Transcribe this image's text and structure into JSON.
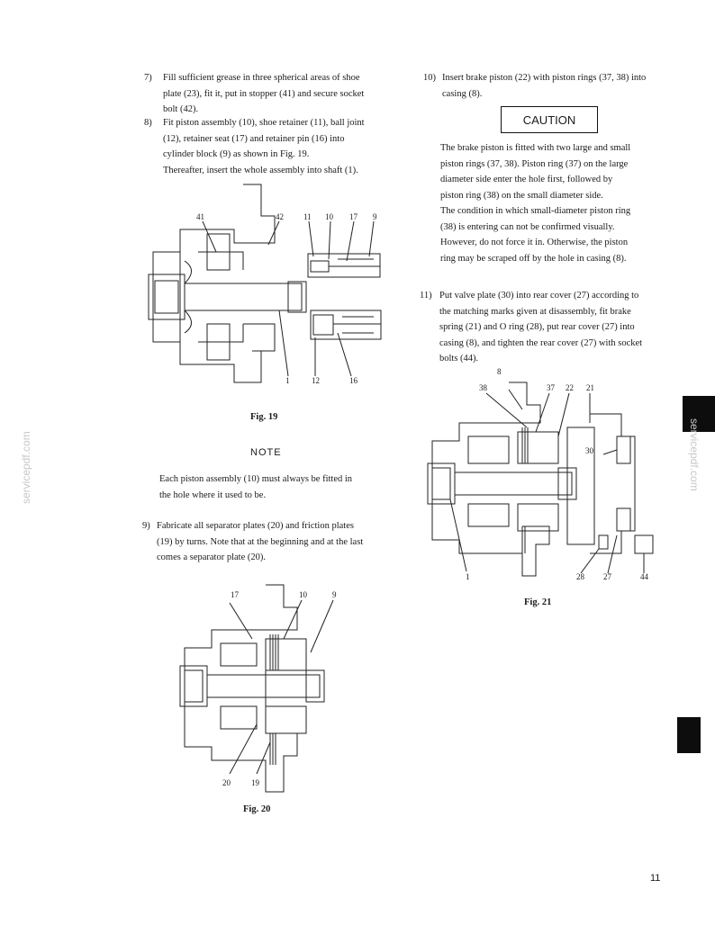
{
  "page_number": "11",
  "watermark": "servicepdf.com",
  "left_column": {
    "step7": {
      "num": "7)",
      "lines": [
        "Fill sufficient grease in three spherical areas of shoe",
        "plate (23), fit it, put in stopper (41) and secure socket",
        "bolt (42)."
      ]
    },
    "step8": {
      "num": "8)",
      "lines": [
        "Fit piston assembly (10), shoe retainer (11), ball joint",
        "(12), retainer seat (17) and retainer pin (16) into",
        "cylinder block (9) as shown in Fig. 19.",
        "Thereafter, insert the whole assembly into shaft (1)."
      ]
    },
    "fig19": {
      "caption": "Fig. 19",
      "callouts": [
        "41",
        "42",
        "11",
        "10",
        "17",
        "9",
        "1",
        "12",
        "16"
      ]
    },
    "note": {
      "heading": "NOTE",
      "lines": [
        "Each piston assembly (10) must always be fitted in",
        "the hole where it used to be."
      ]
    },
    "step9": {
      "num": "9)",
      "lines": [
        "Fabricate all separator plates (20) and friction plates",
        "(19) by turns. Note that at the beginning and at the last",
        "comes a separator plate (20)."
      ]
    },
    "fig20": {
      "caption": "Fig. 20",
      "callouts": [
        "17",
        "10",
        "9",
        "20",
        "19"
      ]
    }
  },
  "right_column": {
    "step10": {
      "num": "10)",
      "lines": [
        "Insert brake piston (22) with piston rings (37, 38) into",
        "casing (8)."
      ]
    },
    "caution": {
      "heading": "CAUTION",
      "lines": [
        "The brake piston is fitted with two large and small",
        "piston rings (37, 38). Piston ring (37) on the large",
        "diameter side enter the hole first, followed by",
        "piston ring (38) on the small diameter side.",
        "The condition in which small-diameter piston ring",
        "(38) is entering can not be confirmed visually.",
        "However, do not force it in. Otherwise, the piston",
        "ring may be scraped off by the hole in casing (8)."
      ]
    },
    "step11": {
      "num": "11)",
      "lines": [
        "Put valve plate (30) into rear cover (27) according to",
        "the matching marks given at disassembly, fit brake",
        "spring (21) and O ring (28), put rear cover (27) into",
        "casing (8), and tighten the rear cover (27) with socket",
        "bolts (44)."
      ]
    },
    "fig21": {
      "caption": "Fig. 21",
      "callouts": [
        "8",
        "38",
        "37",
        "22",
        "21",
        "30",
        "1",
        "28",
        "27",
        "44"
      ]
    }
  }
}
